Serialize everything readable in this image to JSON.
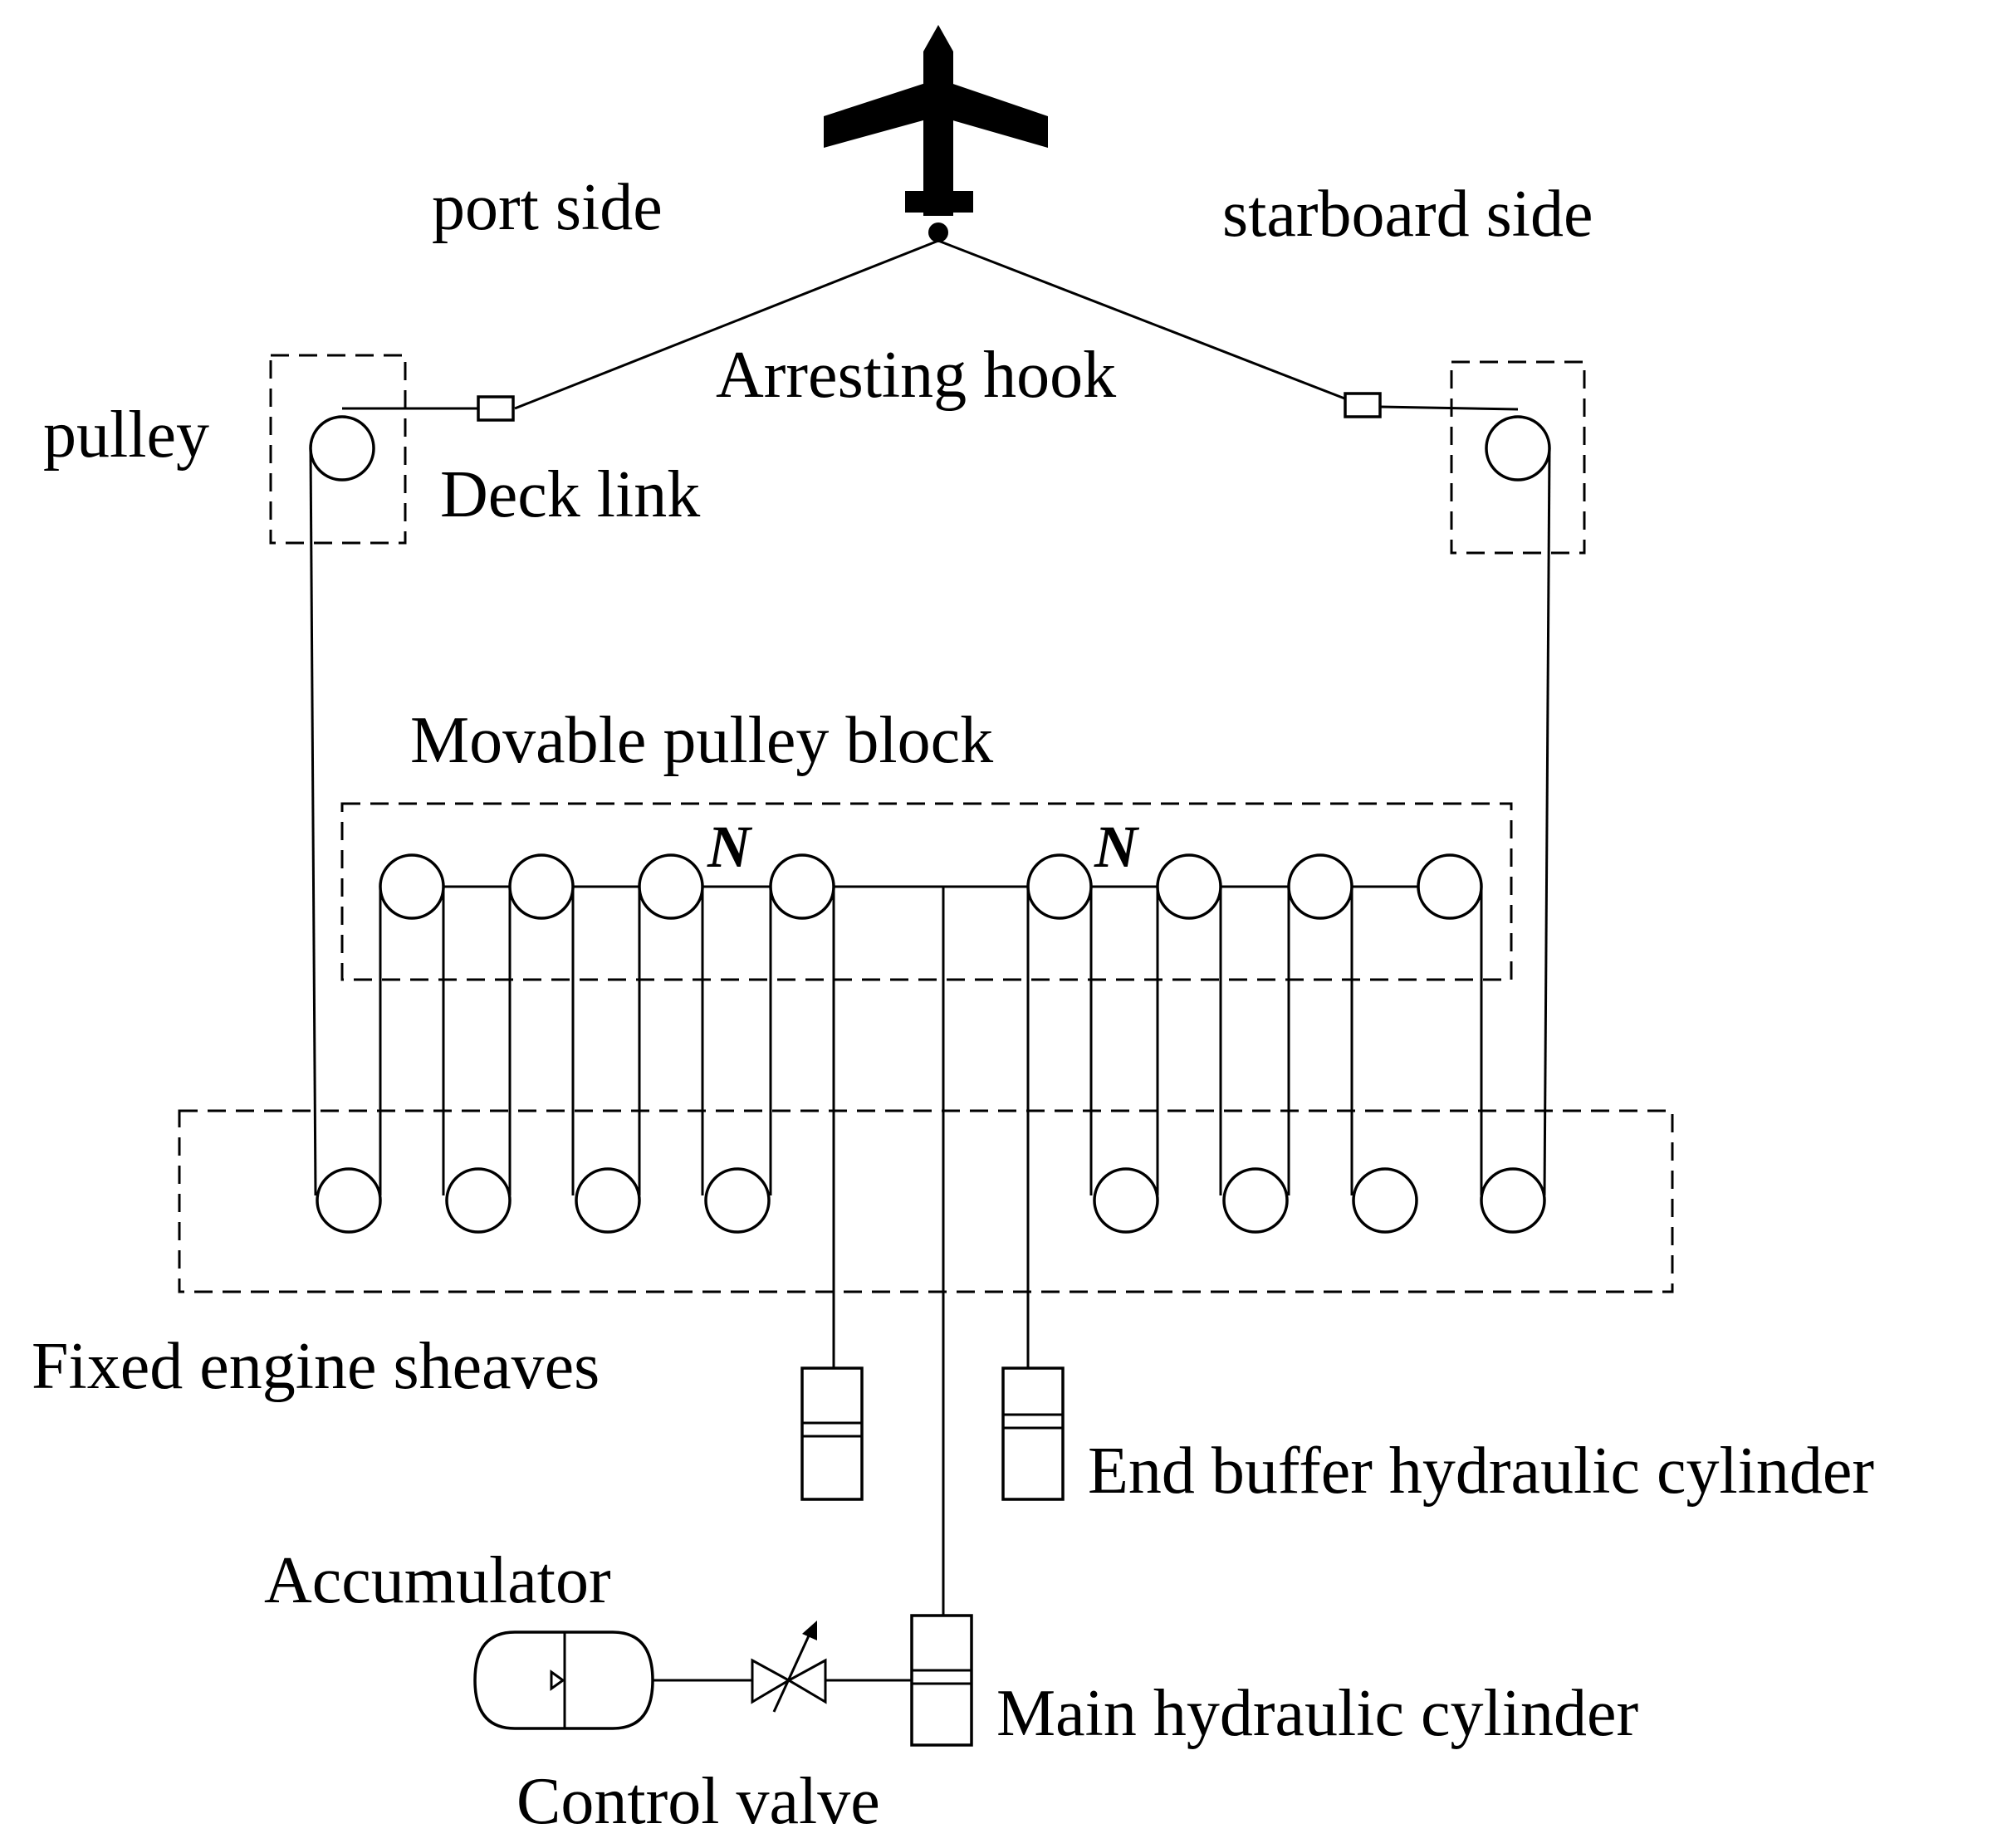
{
  "labels": {
    "port_side": "port  side",
    "starboard_side": "starboard side",
    "arresting_hook": "Arresting hook",
    "pulley": "pulley",
    "deck_link": "Deck link",
    "movable_pulley_block": "Movable pulley block",
    "n_left": "N",
    "n_right": "N",
    "fixed_engine_sheaves": "Fixed engine sheaves",
    "end_buffer_hydraulic_cylinder": "End buffer hydraulic cylinder",
    "accumulator": "Accumulator",
    "main_hydraulic_cylinder": "Main hydraulic cylinder",
    "control_valve": "Control valve"
  }
}
